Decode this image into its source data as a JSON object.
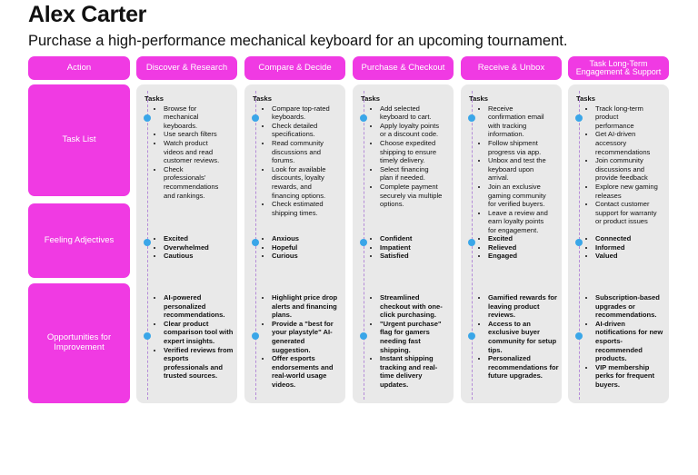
{
  "persona": {
    "name": "Alex Carter",
    "goal": "Purchase a high-performance mechanical keyboard for an upcoming tournament."
  },
  "header_label": "Action",
  "stages": [
    {
      "label": "Discover & Research"
    },
    {
      "label": "Compare & Decide"
    },
    {
      "label": "Purchase & Checkout"
    },
    {
      "label": "Receive & Unbox"
    },
    {
      "label": "Task Long-Term Engagement & Support"
    }
  ],
  "rows": [
    {
      "label": "Task List"
    },
    {
      "label": "Feeling Adjectives"
    },
    {
      "label": "Opportunities for Improvement"
    }
  ],
  "tasks_heading": "Tasks",
  "tasks": [
    [
      "Browse for mechanical keyboards.",
      "Use search filters",
      "Watch product videos and read customer reviews.",
      "Check professionals' recommendations and rankings."
    ],
    [
      "Compare top-rated keyboards.",
      "Check detailed specifications.",
      "Read community discussions and forums.",
      "Look for available discounts, loyalty rewards, and financing options.",
      "Check estimated shipping times."
    ],
    [
      "Add selected keyboard to cart.",
      "Apply loyalty points or a discount code.",
      "Choose expedited shipping to ensure timely delivery.",
      "Select financing plan if needed.",
      "Complete payment securely via multiple options."
    ],
    [
      "Receive confirmation email with tracking information.",
      "Follow shipment progress via app.",
      "Unbox and test the keyboard upon arrival.",
      "Join an exclusive gaming community for verified buyers.",
      "Leave a review and earn loyalty points for engagement."
    ],
    [
      "Track long-term product performance",
      "Get AI-driven accessory recommendations",
      "Join community discussions and provide feedback",
      "Explore new gaming releases",
      "Contact customer support for warranty or product issues"
    ]
  ],
  "feelings": [
    [
      "Excited",
      "Overwhelmed",
      "Cautious"
    ],
    [
      "Anxious",
      "Hopeful",
      "Curious"
    ],
    [
      "Confident",
      "Impatient",
      "Satisfied"
    ],
    [
      "Excited",
      "Relieved",
      "Engaged"
    ],
    [
      "Connected",
      "Informed",
      "Valued"
    ]
  ],
  "opportunities": [
    [
      "AI-powered personalized recommendations.",
      "Clear product comparison tool with expert insights.",
      "Verified reviews from esports professionals and trusted sources."
    ],
    [
      "Highlight price drop alerts and financing plans.",
      "Provide a \"best for your playstyle\" AI-generated suggestion.",
      "Offer esports endorsements and real-world usage videos."
    ],
    [
      "Streamlined checkout with one-click purchasing.",
      "\"Urgent purchase\" flag for gamers needing fast shipping.",
      "Instant shipping tracking and real-time delivery updates."
    ],
    [
      "Gamified rewards for leaving product reviews.",
      "Access to an exclusive buyer community for setup tips.",
      "Personalized recommendations for future upgrades."
    ],
    [
      "Subscription-based upgrades or recommendations.",
      "AI-driven notifications for new esports-recommended products.",
      "VIP membership perks for frequent buyers."
    ]
  ],
  "colors": {
    "accent": "#f03ae3",
    "card": "#e9e9e9",
    "dot": "#3aa6e8"
  }
}
